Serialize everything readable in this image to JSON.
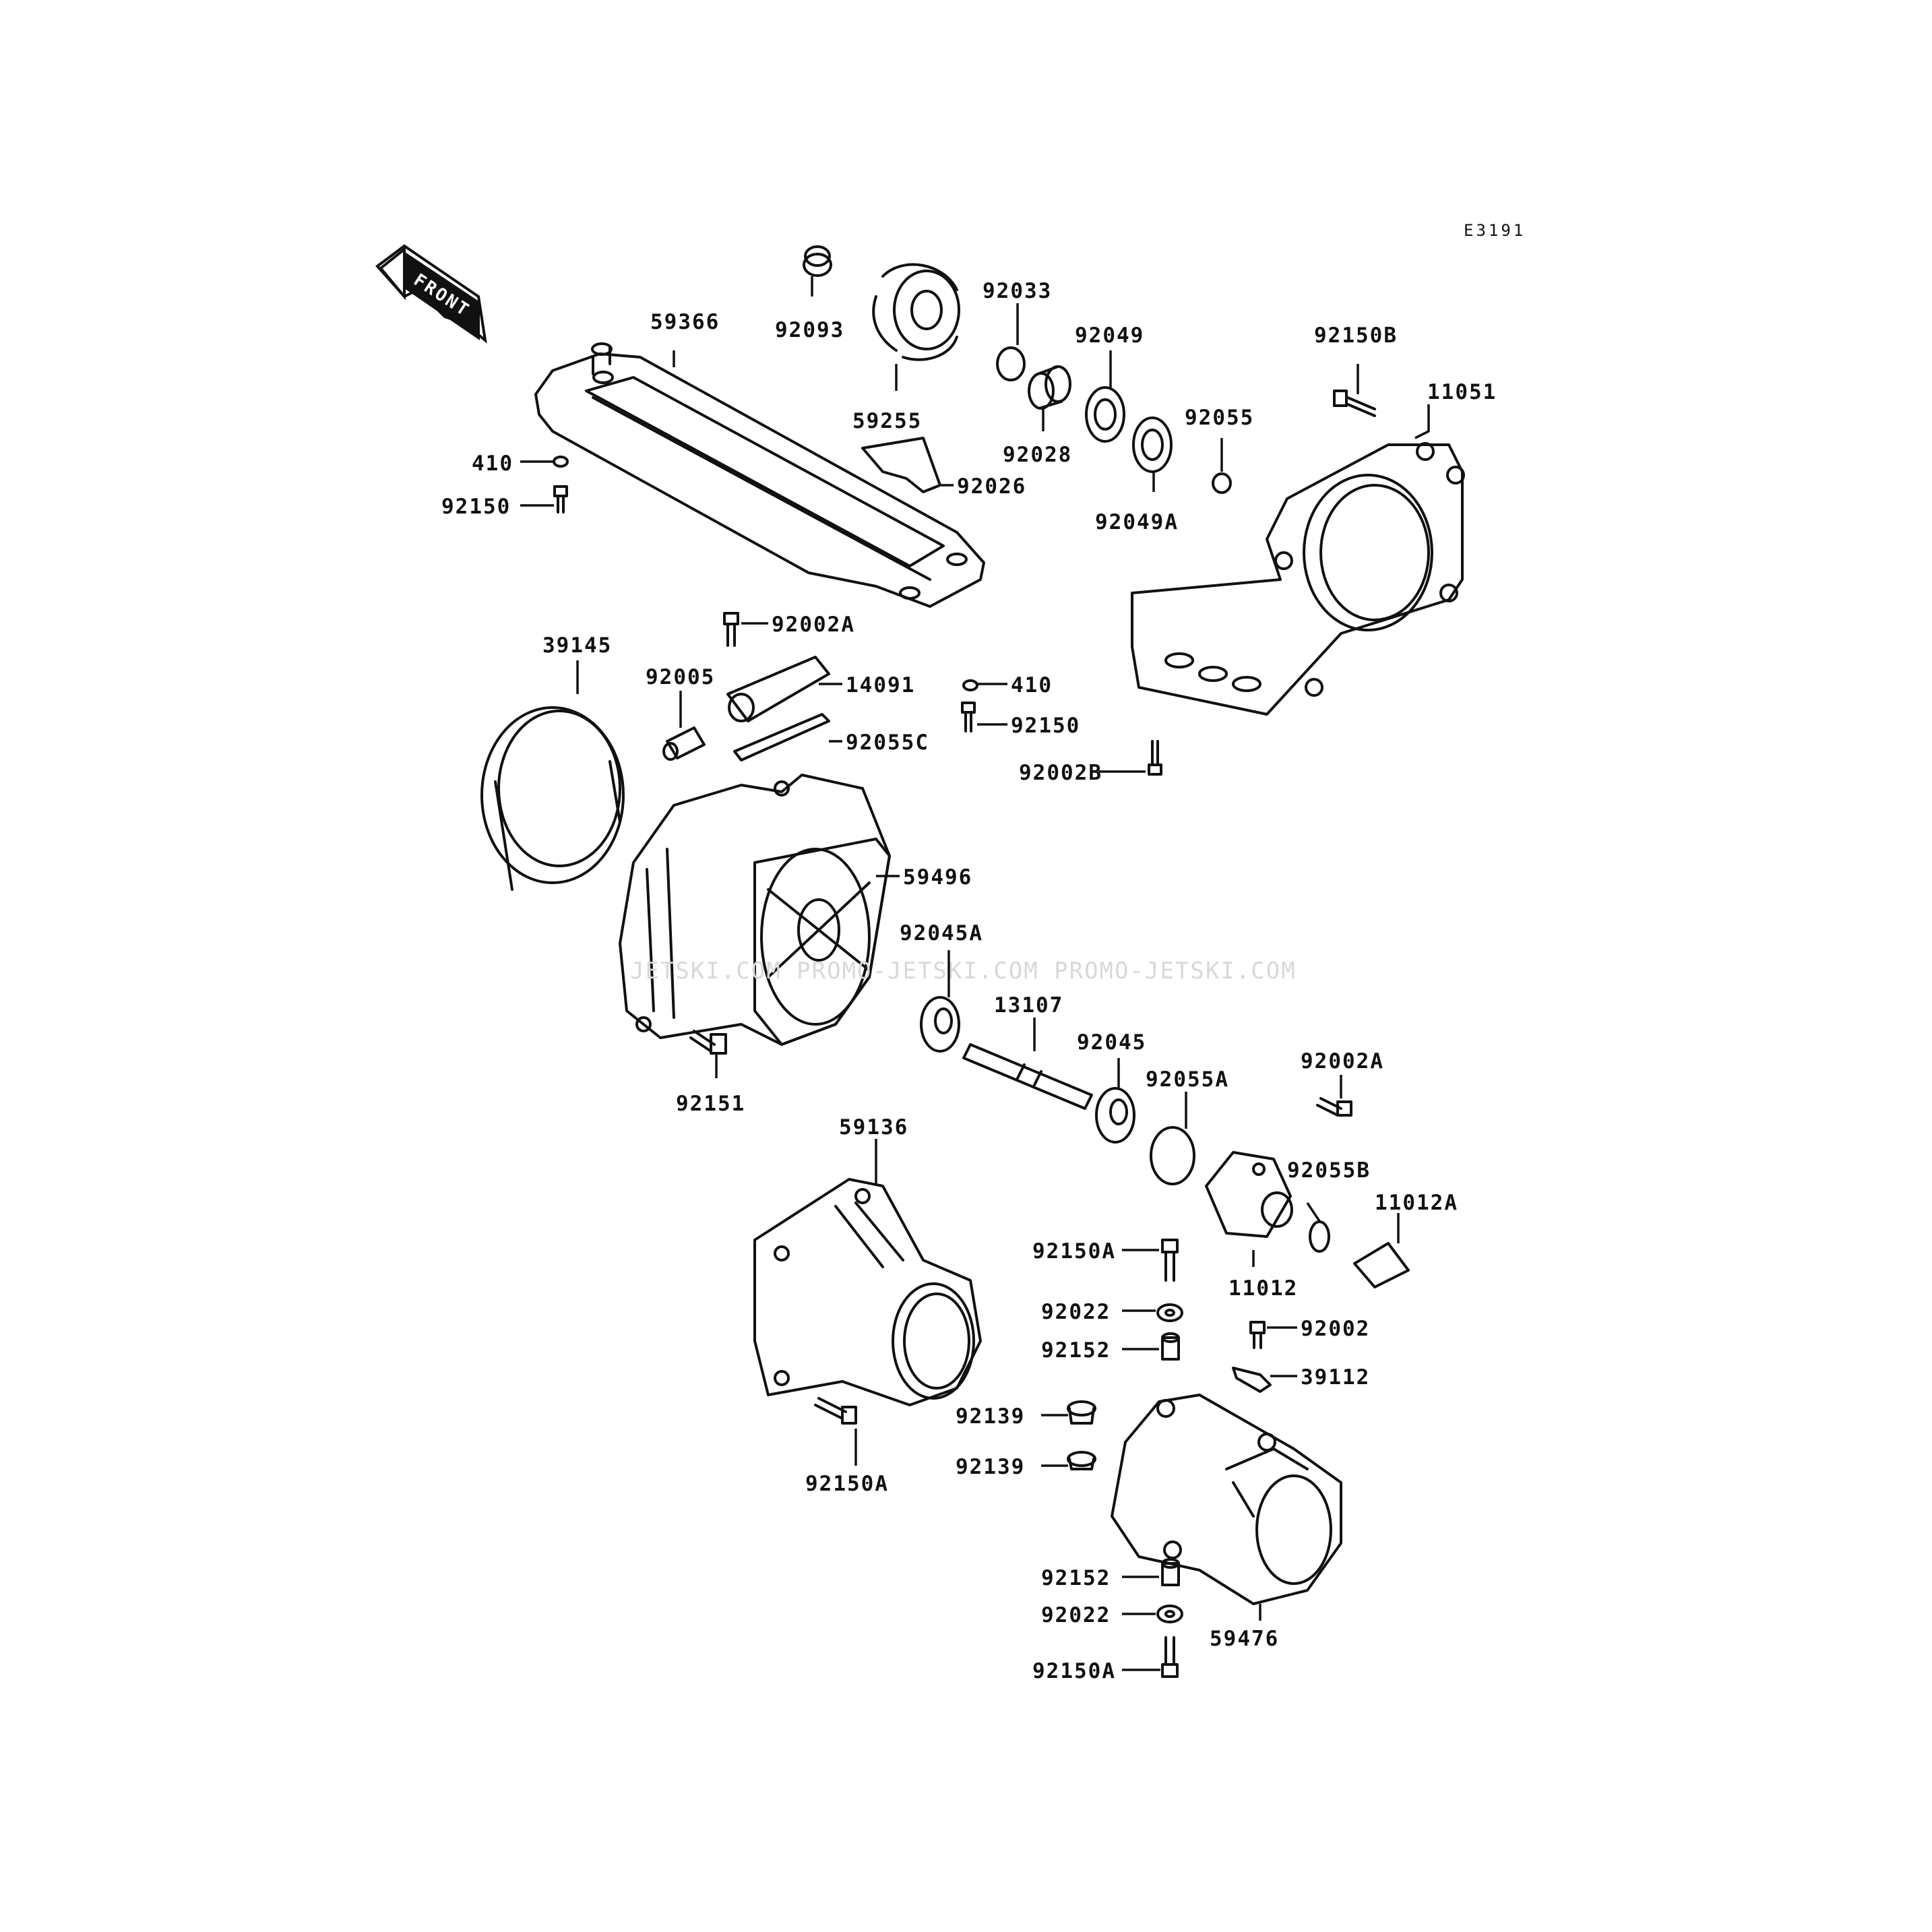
{
  "diagram_code": "E3191",
  "front_label": "FRONT",
  "watermark": "JETSKI.COM  PROMO-JETSKI.COM  PROMO-JETSKI.COM",
  "parts": {
    "p92093": "92093",
    "p59255": "59255",
    "p92033": "92033",
    "p92049": "92049",
    "p92028": "92028",
    "p92049A": "92049A",
    "p92055": "92055",
    "p92150B": "92150B",
    "p11051": "11051",
    "p59366": "59366",
    "p410_top": "410",
    "p92150_top": "92150",
    "p92026": "92026",
    "p92002A_top": "92002A",
    "p39145": "39145",
    "p92005": "92005",
    "p14091": "14091",
    "p92055C": "92055C",
    "p410_mid": "410",
    "p92150_mid": "92150",
    "p92002B": "92002B",
    "p59496": "59496",
    "p92045A": "92045A",
    "p13107": "13107",
    "p92045": "92045",
    "p92055A": "92055A",
    "p92002A_right": "92002A",
    "p92151": "92151",
    "p59136": "59136",
    "p92055B": "92055B",
    "p11012A": "11012A",
    "p11012": "11012",
    "p92150A_a": "92150A",
    "p92022_a": "92022",
    "p92002": "92002",
    "p92152_a": "92152",
    "p39112": "39112",
    "p92139_a": "92139",
    "p92139_b": "92139",
    "p92150A_b": "92150A",
    "p92152_b": "92152",
    "p92022_b": "92022",
    "p59476": "59476",
    "p92150A_c": "92150A"
  }
}
